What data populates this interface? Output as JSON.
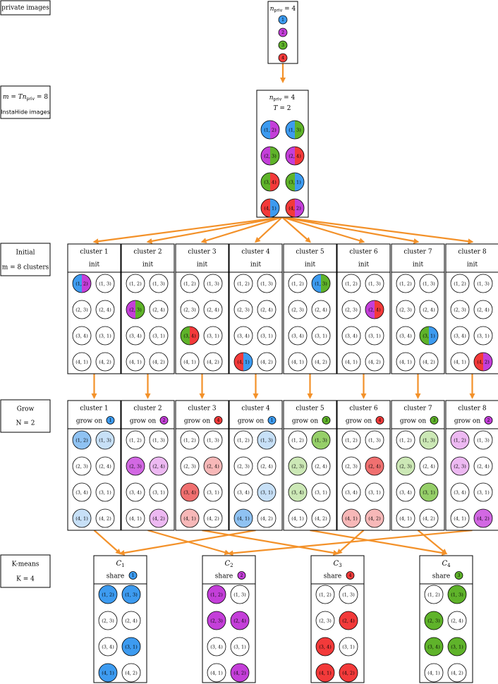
{
  "colors": {
    "c1": "#3d9bf0",
    "c2": "#c43fd9",
    "c3": "#f33a3a",
    "c4": "#5fb32a",
    "c1_grow1": "#8fc2f2",
    "c1_grow2": "#c7e0f7",
    "c2_grow1": "#d268e3",
    "c2_grow2": "#edb9f2",
    "c3_grow1": "#f07070",
    "c3_grow2": "#f7b8b8",
    "c4_grow1": "#96cf69",
    "c4_grow2": "#cce8b6",
    "arrow": "#f39129"
  },
  "left_labels": {
    "private": "private images",
    "instahide_line1": "m = Tn_priv = 8",
    "instahide_line2": "InstaHide images",
    "initial_line1": "Initial",
    "initial_line2": "m = 8 clusters",
    "grow_line1": "Grow",
    "grow_line2": "N = 2",
    "kmeans_line1": "K-means",
    "kmeans_line2": "K = 4"
  },
  "private_box": {
    "title": "n_priv = 4",
    "dots": [
      {
        "label": "1",
        "color": "c1"
      },
      {
        "label": "2",
        "color": "c2"
      },
      {
        "label": "3",
        "color": "c4"
      },
      {
        "label": "4",
        "color": "c3"
      }
    ]
  },
  "instahide_box": {
    "title1": "n_priv = 4",
    "title2": "T = 2",
    "circles": [
      {
        "label": "(1, 2)",
        "left": "c1",
        "right": "c2"
      },
      {
        "label": "(1, 3)",
        "left": "c1",
        "right": "c4"
      },
      {
        "label": "(2, 3)",
        "left": "c2",
        "right": "c4"
      },
      {
        "label": "(2, 4)",
        "left": "c2",
        "right": "c3"
      },
      {
        "label": "(3, 4)",
        "left": "c4",
        "right": "c3"
      },
      {
        "label": "(3, 1)",
        "left": "c4",
        "right": "c1"
      },
      {
        "label": "(4, 1)",
        "left": "c3",
        "right": "c1"
      },
      {
        "label": "(4, 2)",
        "left": "c3",
        "right": "c2"
      }
    ]
  },
  "pair_labels": [
    "(1, 2)",
    "(1, 3)",
    "(2, 3)",
    "(2, 4)",
    "(3, 4)",
    "(3, 1)",
    "(4, 1)",
    "(4, 2)"
  ],
  "init_clusters": [
    {
      "title": "cluster 1",
      "sub": "init",
      "seed": 0
    },
    {
      "title": "cluster 2",
      "sub": "init",
      "seed": 2
    },
    {
      "title": "cluster 3",
      "sub": "init",
      "seed": 4
    },
    {
      "title": "cluster 4",
      "sub": "init",
      "seed": 6
    },
    {
      "title": "cluster 5",
      "sub": "init",
      "seed": 1
    },
    {
      "title": "cluster 6",
      "sub": "init",
      "seed": 3
    },
    {
      "title": "cluster 7",
      "sub": "init",
      "seed": 5
    },
    {
      "title": "cluster 8",
      "sub": "init",
      "seed": 7
    }
  ],
  "grow_clusters": [
    {
      "title": "cluster 1",
      "sub": "grow on",
      "dot_label": "1",
      "dot_color": "c1",
      "fills": [
        "c1_grow1",
        "c1_grow2",
        null,
        null,
        null,
        null,
        "c1_grow2",
        null
      ]
    },
    {
      "title": "cluster 2",
      "sub": "grow on",
      "dot_label": "2",
      "dot_color": "c2",
      "fills": [
        null,
        null,
        "c2_grow1",
        "c2_grow2",
        null,
        null,
        null,
        "c2_grow2"
      ]
    },
    {
      "title": "cluster 3",
      "sub": "grow on",
      "dot_label": "4",
      "dot_color": "c3",
      "fills": [
        null,
        null,
        null,
        "c3_grow2",
        "c3_grow1",
        null,
        "c3_grow2",
        null
      ]
    },
    {
      "title": "cluster 4",
      "sub": "grow on",
      "dot_label": "1",
      "dot_color": "c1",
      "fills": [
        null,
        "c1_grow2",
        null,
        null,
        null,
        "c1_grow2",
        "c1_grow1",
        null
      ]
    },
    {
      "title": "cluster 5",
      "sub": "grow on",
      "dot_label": "3",
      "dot_color": "c4",
      "fills": [
        null,
        "c4_grow1",
        "c4_grow2",
        null,
        "c4_grow2",
        null,
        null,
        null
      ]
    },
    {
      "title": "cluster 6",
      "sub": "grow on",
      "dot_label": "4",
      "dot_color": "c3",
      "fills": [
        null,
        null,
        null,
        "c3_grow1",
        null,
        null,
        "c3_grow2",
        "c3_grow2"
      ]
    },
    {
      "title": "cluster 7",
      "sub": "grow on",
      "dot_label": "3",
      "dot_color": "c4",
      "fills": [
        null,
        "c4_grow2",
        "c4_grow2",
        null,
        null,
        "c4_grow1",
        null,
        null
      ]
    },
    {
      "title": "cluster 8",
      "sub": "grow on",
      "dot_label": "2",
      "dot_color": "c2",
      "fills": [
        "c2_grow2",
        null,
        "c2_grow2",
        null,
        null,
        null,
        null,
        "c2_grow1"
      ]
    }
  ],
  "kmeans": [
    {
      "title": "C_1",
      "sub": "share",
      "dot_label": "1",
      "dot_color": "c1",
      "fills": [
        "c1",
        "c1",
        null,
        null,
        null,
        "c1",
        "c1",
        null
      ]
    },
    {
      "title": "C_2",
      "sub": "share",
      "dot_label": "2",
      "dot_color": "c2",
      "fills": [
        "c2",
        null,
        "c2",
        "c2",
        null,
        null,
        null,
        "c2"
      ]
    },
    {
      "title": "C_3",
      "sub": "share",
      "dot_label": "4",
      "dot_color": "c3",
      "fills": [
        null,
        null,
        null,
        "c3",
        "c3",
        null,
        "c3",
        "c3"
      ]
    },
    {
      "title": "C_4",
      "sub": "share",
      "dot_label": "3",
      "dot_color": "c4",
      "fills": [
        null,
        "c4",
        "c4",
        null,
        "c4",
        "c4",
        null,
        null
      ]
    }
  ],
  "kmeans_links": [
    {
      "from": 0,
      "to": 0
    },
    {
      "from": 3,
      "to": 0
    },
    {
      "from": 1,
      "to": 1
    },
    {
      "from": 7,
      "to": 1
    },
    {
      "from": 2,
      "to": 2
    },
    {
      "from": 5,
      "to": 2
    },
    {
      "from": 4,
      "to": 3
    },
    {
      "from": 6,
      "to": 3
    }
  ]
}
